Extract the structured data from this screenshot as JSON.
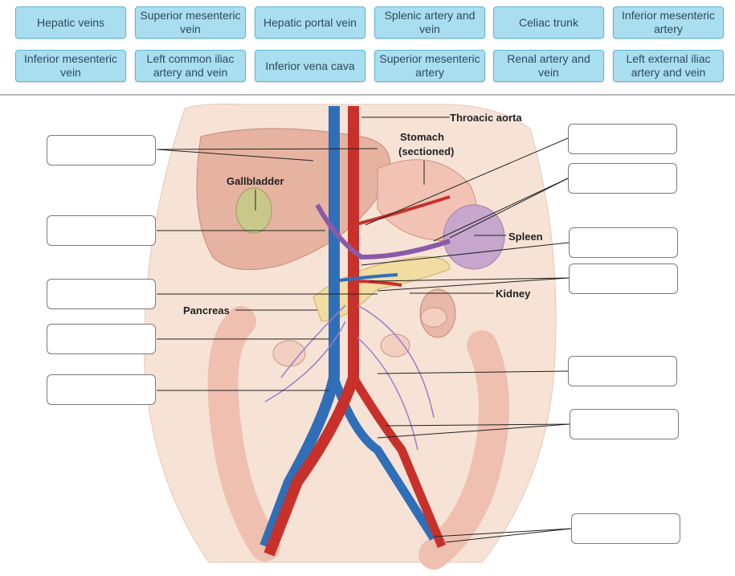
{
  "word_bank": [
    "Hepatic veins",
    "Superior mesenteric vein",
    "Hepatic portal vein",
    "Splenic artery and vein",
    "Celiac trunk",
    "Inferior mesenteric artery",
    "Inferior mesenteric vein",
    "Left common iliac artery and vein",
    "Inferior vena cava",
    "Superior mesenteric artery",
    "Renal artery and vein",
    "Left external iliac artery and vein"
  ],
  "printed_labels": {
    "thoracic_aorta": "Throacic aorta",
    "stomach": "Stomach",
    "stomach_sub": "(sectioned)",
    "gallbladder": "Gallbladder",
    "spleen": "Spleen",
    "kidney": "Kidney",
    "pancreas": "Pancreas"
  },
  "colors": {
    "tile_bg": "#a9def0",
    "tile_border": "#5fb7d6",
    "artery": "#c8312b",
    "vein": "#2f6fb8"
  }
}
